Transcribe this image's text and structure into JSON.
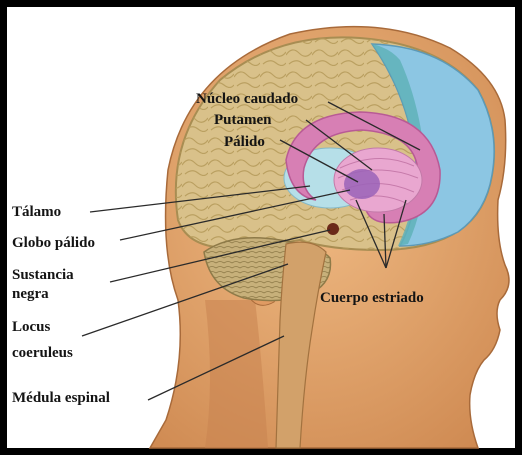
{
  "labels": {
    "nucleo_caudado": "Núcleo caudado",
    "putamen": "Putamen",
    "palido": "Pálido",
    "talamo": "Tálamo",
    "globo_palido": "Globo pálido",
    "sustancia_negra_line1": "Sustancia",
    "sustancia_negra_line2": "negra",
    "locus_coeruleus_line1": "Locus",
    "locus_coeruleus_line2": "coeruleus",
    "medula_espinal": "Médula espinal",
    "cuerpo_estriado": "Cuerpo estriado"
  },
  "colors": {
    "frame": "#000000",
    "background": "#ffffff",
    "skin": "#e4a36a",
    "cortex": "#d9c18a",
    "frontal_lobe": "#8cc6e3",
    "caudate": "#d77fb4",
    "putamen": "#e9a7d0",
    "globus_pallidus": "#9a63b8",
    "thalamus": "#b6dfe8",
    "cerebellum": "#c7b07a",
    "brainstem": "#d2a16a"
  }
}
